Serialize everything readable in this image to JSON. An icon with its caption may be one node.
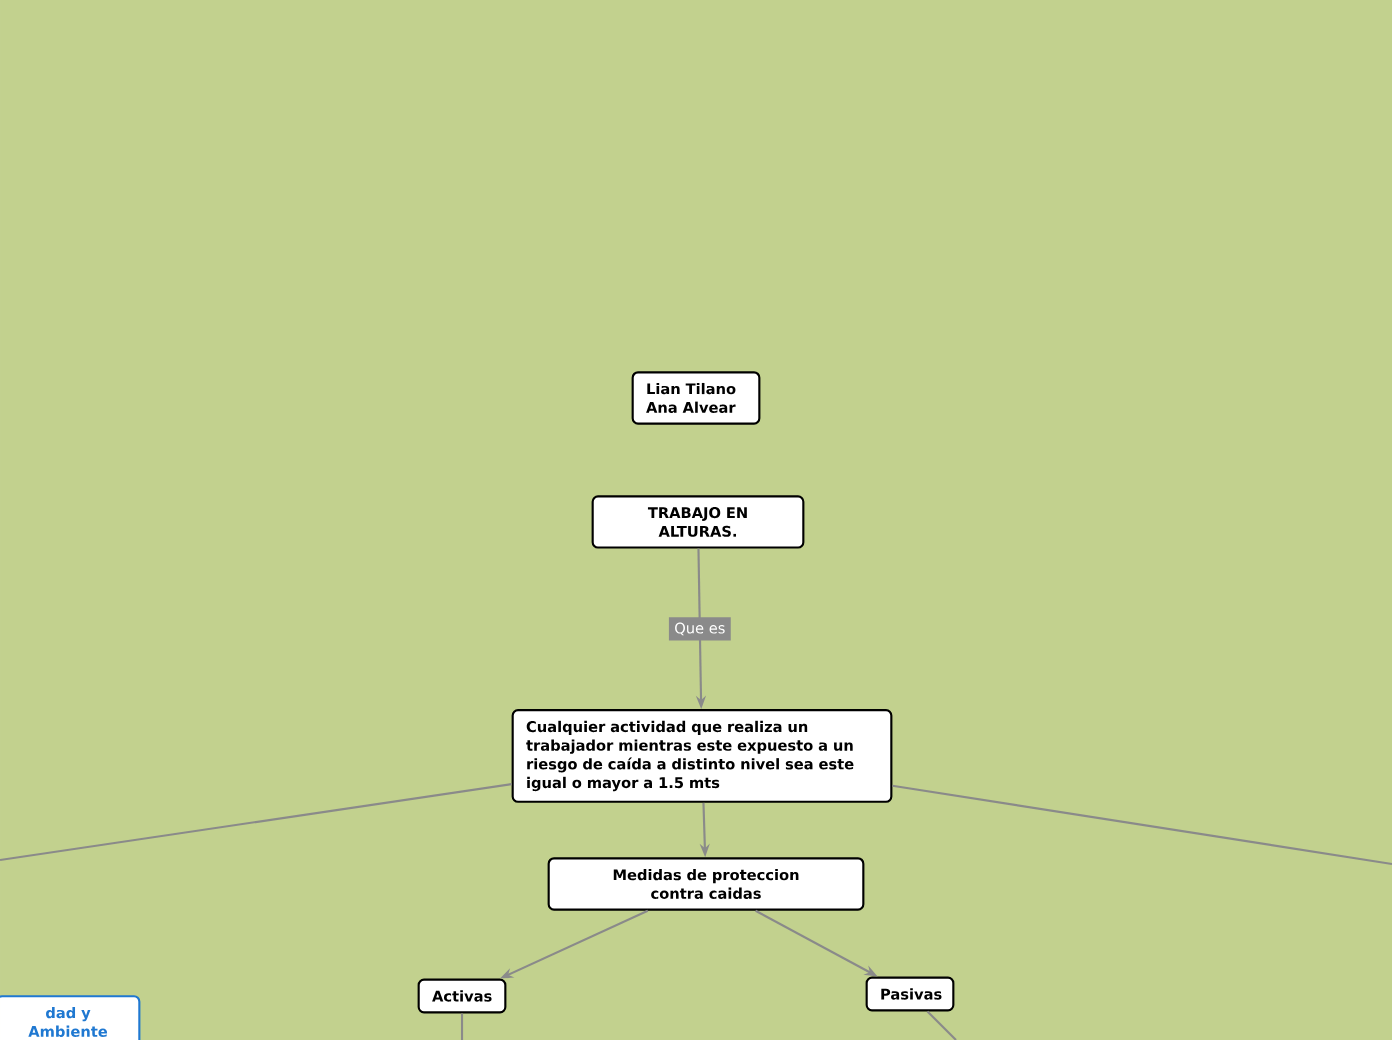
{
  "diagram": {
    "nodes": [
      {
        "text": [
          "Lian Tilano Ana Alvear"
        ]
      },
      {
        "text": [
          "TRABAJO EN ALTURAS."
        ]
      },
      {
        "text": [
          "Cualquier actividad que realiza un trabajador mientras este expuesto a un riesgo de caída a distinto nivel sea este igual o mayor a 1.5 mts"
        ]
      },
      {
        "text": [
          "Medidas de proteccion contra caidas"
        ]
      },
      {
        "text": [
          "Activas"
        ]
      },
      {
        "text": [
          "Pasivas"
        ]
      },
      {
        "text": [
          "dad y Ambiente"
        ]
      }
    ],
    "edges": [
      {
        "from": 1,
        "to": 2,
        "arrow": "to",
        "label": "Que es"
      },
      {
        "from": 2,
        "to": 3,
        "arrow": "to"
      },
      {
        "from": 3,
        "to": 4,
        "arrow": "to"
      },
      {
        "from": 3,
        "to": 5,
        "arrow": "to"
      },
      {
        "from": 2,
        "to": null,
        "arrow": "none"
      },
      {
        "from": 2,
        "to": null,
        "arrow": "none"
      },
      {
        "from": 4,
        "to": null,
        "arrow": "none"
      },
      {
        "from": 5,
        "to": null,
        "arrow": "none"
      }
    ]
  }
}
